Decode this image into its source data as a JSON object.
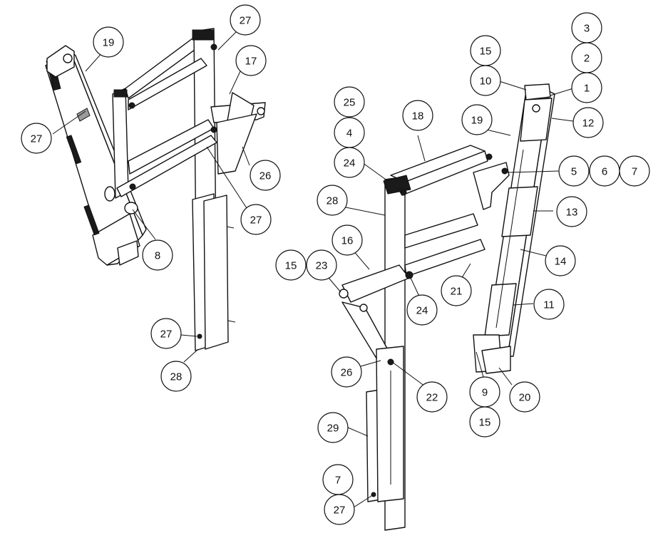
{
  "callouts_left": [
    {
      "id": "l-19",
      "label": "19"
    },
    {
      "id": "l-27a",
      "label": "27"
    },
    {
      "id": "l-17",
      "label": "17"
    },
    {
      "id": "l-27b",
      "label": "27"
    },
    {
      "id": "l-26",
      "label": "26"
    },
    {
      "id": "l-27c",
      "label": "27"
    },
    {
      "id": "l-8",
      "label": "8"
    },
    {
      "id": "l-27d",
      "label": "27"
    },
    {
      "id": "l-28",
      "label": "28"
    }
  ],
  "callouts_right": [
    {
      "id": "r-3",
      "label": "3"
    },
    {
      "id": "r-15a",
      "label": "15"
    },
    {
      "id": "r-2",
      "label": "2"
    },
    {
      "id": "r-10",
      "label": "10"
    },
    {
      "id": "r-1",
      "label": "1"
    },
    {
      "id": "r-25",
      "label": "25"
    },
    {
      "id": "r-18",
      "label": "18"
    },
    {
      "id": "r-19",
      "label": "19"
    },
    {
      "id": "r-12",
      "label": "12"
    },
    {
      "id": "r-4",
      "label": "4"
    },
    {
      "id": "r-24a",
      "label": "24"
    },
    {
      "id": "r-5",
      "label": "5"
    },
    {
      "id": "r-6",
      "label": "6"
    },
    {
      "id": "r-7a",
      "label": "7"
    },
    {
      "id": "r-28",
      "label": "28"
    },
    {
      "id": "r-13",
      "label": "13"
    },
    {
      "id": "r-16",
      "label": "16"
    },
    {
      "id": "r-14",
      "label": "14"
    },
    {
      "id": "r-15b",
      "label": "15"
    },
    {
      "id": "r-23",
      "label": "23"
    },
    {
      "id": "r-21",
      "label": "21"
    },
    {
      "id": "r-24b",
      "label": "24"
    },
    {
      "id": "r-11",
      "label": "11"
    },
    {
      "id": "r-26",
      "label": "26"
    },
    {
      "id": "r-22",
      "label": "22"
    },
    {
      "id": "r-9",
      "label": "9"
    },
    {
      "id": "r-20",
      "label": "20"
    },
    {
      "id": "r-15c",
      "label": "15"
    },
    {
      "id": "r-29",
      "label": "29"
    },
    {
      "id": "r-7b",
      "label": "7"
    },
    {
      "id": "r-27",
      "label": "27"
    }
  ]
}
